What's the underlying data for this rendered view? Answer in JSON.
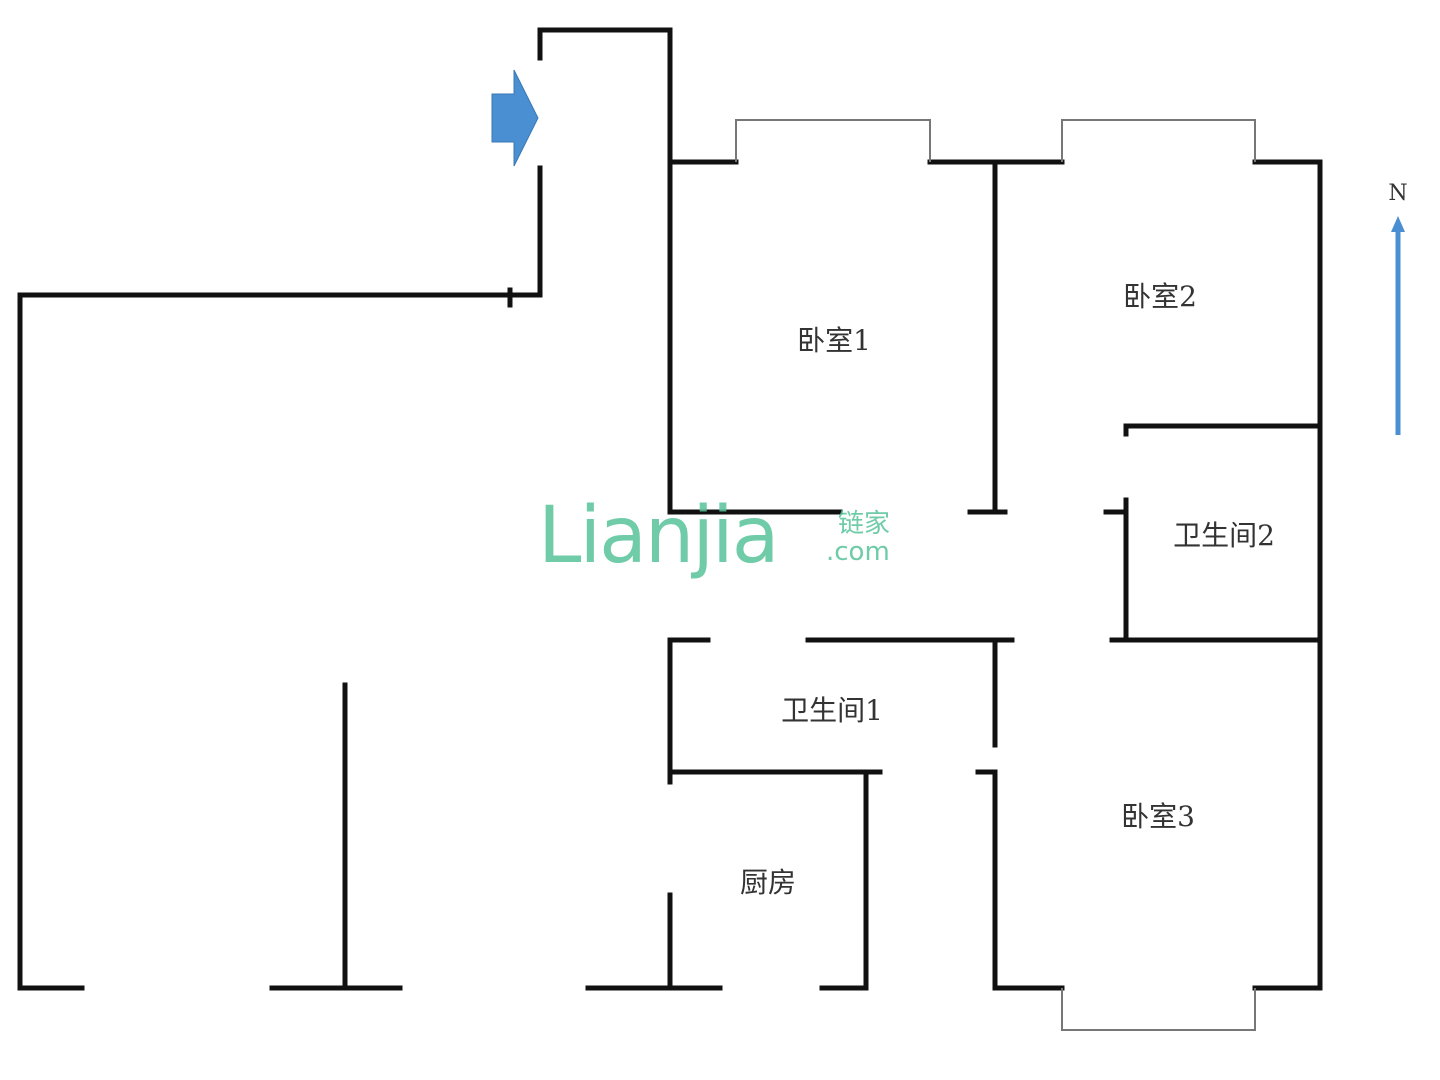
{
  "rooms": {
    "bedroom1": "卧室1",
    "bedroom2": "卧室2",
    "bedroom3": "卧室3",
    "bathroom1": "卫生间1",
    "bathroom2": "卫生间2",
    "kitchen": "厨房"
  },
  "compass": {
    "label": "N"
  },
  "watermark": {
    "main": "Lianjia",
    "cn": "链家",
    "com": ".com"
  },
  "colors": {
    "walls": "#111111",
    "arrow": "#4a8fd1",
    "watermark": "#57c39a"
  }
}
